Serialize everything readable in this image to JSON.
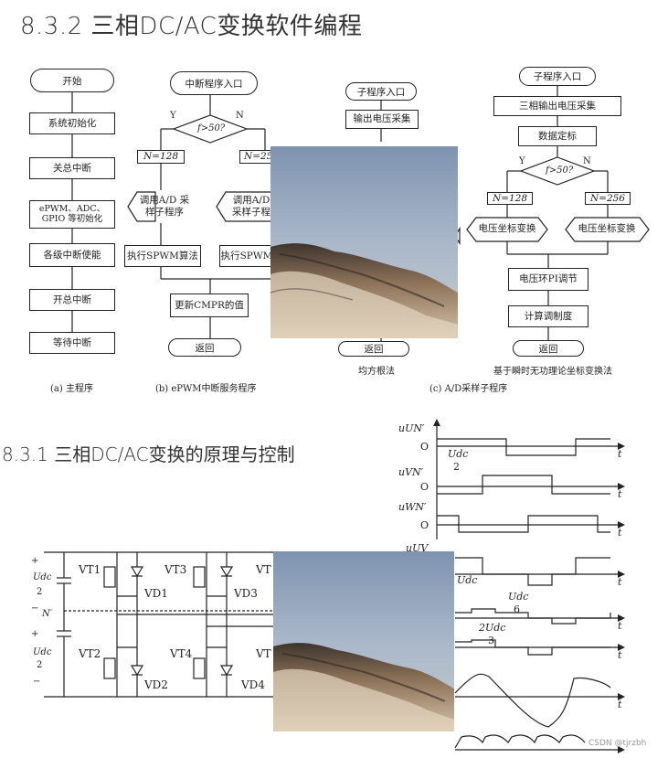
{
  "headings": {
    "sec_832": "8.3.2  三相DC/AC变换软件编程",
    "sec_831": "8.3.1  三相DC/AC变换的原理与控制"
  },
  "flow_a": {
    "start": "开始",
    "steps": [
      "系统初始化",
      "关总中断",
      "ePWM、ADC、GPIO 等初始化",
      "各级中断使能",
      "开总中断",
      "等待中断"
    ],
    "caption": "(a) 主程序"
  },
  "flow_b": {
    "entry": "中断程序入口",
    "condition": "f>50?",
    "yes": "Y",
    "no": "N",
    "n_left": "N=128",
    "n_right": "N=256",
    "sub_left": "调用A/D 采样子程序",
    "sub_right": "调用A/D 采样子程",
    "alg_left": "执行SPWM算法",
    "alg_right": "执行SPWM",
    "update": "更新CMPR的值",
    "ret": "返回",
    "caption": "(b) ePWM中断服务程序"
  },
  "flow_c1": {
    "entry": "子程序入口",
    "step": "输出电压采集",
    "ret": "返回",
    "caption": "均方根法"
  },
  "flow_c2": {
    "entry": "子程序入口",
    "step1": "三相输出电压采集",
    "step2": "数据定标",
    "condition": "f>50?",
    "yes": "Y",
    "no": "N",
    "n_left": "N=128",
    "n_right": "N=256",
    "trans_left": "电压坐标变换",
    "trans_right": "电压坐标变换",
    "pi": "电压环PI调节",
    "mod": "计算调制度",
    "ret": "返回",
    "caption": "基于瞬时无功理论坐标变换法"
  },
  "caption_c": "(c) A/D采样子程序",
  "circuit": {
    "plus_top": "+",
    "udc_top": "Udc",
    "two_top": "2",
    "minus_mid": "−",
    "n_prime": "N′",
    "plus_mid": "+",
    "udc_bot": "Udc",
    "two_bot": "2",
    "minus_bot": "−",
    "vt1": "VT1",
    "vt3": "VT3",
    "vt5": "VT",
    "vt2": "VT2",
    "vt4": "VT4",
    "vt6": "VT",
    "vd1": "VD1",
    "vd3": "VD3",
    "vd2": "VD2",
    "vd4": "VD4"
  },
  "waves": {
    "u_un": "uUN′",
    "u_vn": "uVN′",
    "u_wn": "uWN′",
    "u_uv": "uUV",
    "o": "O",
    "t": "t",
    "udc_2_num": "Udc",
    "udc_2_den": "2",
    "udc_label": "Udc",
    "udc_6_num": "Udc",
    "udc_6_den": "6",
    "two_udc_num": "2Udc",
    "two_udc_den": "3"
  },
  "watermark": "CSDN @tjrzbh",
  "colors": {
    "ink": "#222222",
    "heading": "#333333",
    "paint_sky": "#8fa3bd",
    "paint_cliff": "#5b4a3e"
  }
}
